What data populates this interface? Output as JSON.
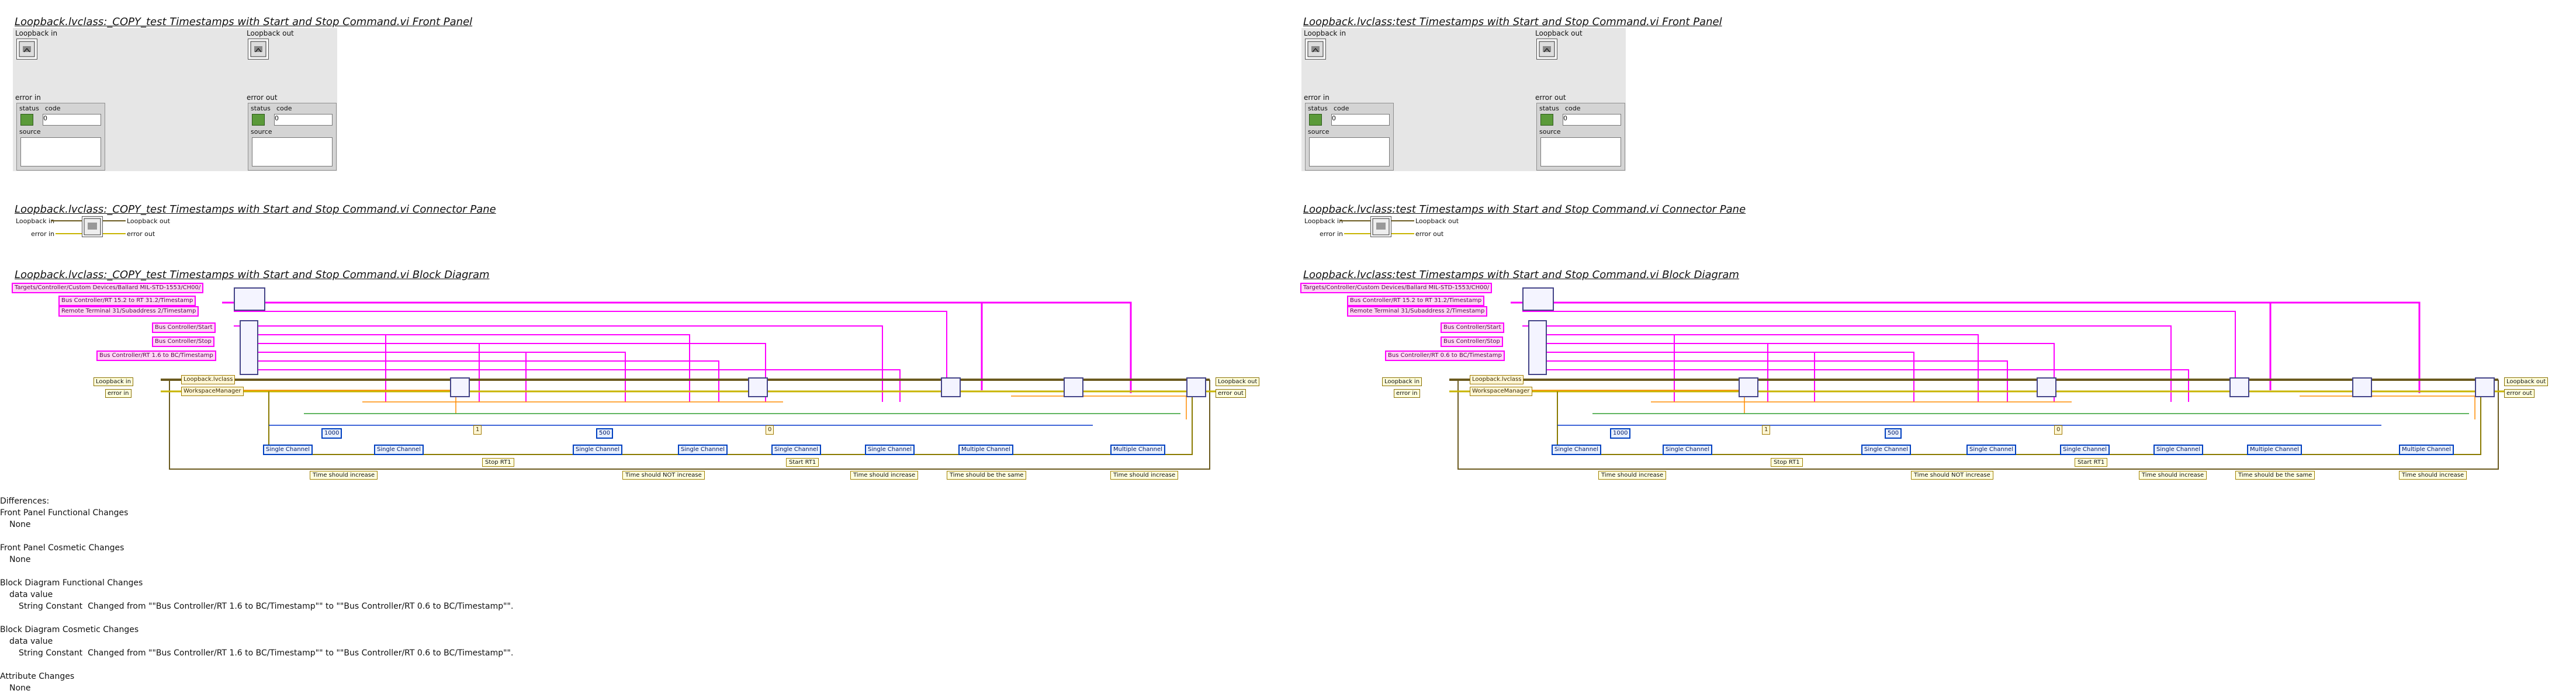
{
  "left": {
    "fp_title": "Loopback.lvclass:_COPY_test Timestamps with Start and Stop Command.vi Front Panel",
    "cp_title": "Loopback.lvclass:_COPY_test Timestamps with Start and Stop Command.vi Connector Pane",
    "bd_title": "Loopback.lvclass:_COPY_test Timestamps with Start and Stop Command.vi Block Diagram",
    "bc_timestamp": "Bus Controller/RT 1.6 to BC/Timestamp"
  },
  "right": {
    "fp_title": "Loopback.lvclass:test Timestamps with Start and Stop Command.vi Front Panel",
    "cp_title": "Loopback.lvclass:test Timestamps with Start and Stop Command.vi Connector Pane",
    "bd_title": "Loopback.lvclass:test Timestamps with Start and Stop Command.vi Block Diagram",
    "bc_timestamp": "Bus Controller/RT 0.6 to BC/Timestamp"
  },
  "panel": {
    "loopback_in": "Loopback in",
    "loopback_out": "Loopback out",
    "error_in": "error in",
    "error_out": "error out",
    "status": "status",
    "code": "code",
    "code_value": "0",
    "source": "source"
  },
  "bd": {
    "target_path": "Targets/Controller/Custom Devices/Ballard MIL-STD-1553/CH00/",
    "bc_rt15": "Bus Controller/RT 15.2 to RT 31.2/Timestamp",
    "remote_terminal": "Remote Terminal 31/Subaddress 2/Timestamp",
    "bc_start": "Bus Controller/Start",
    "bc_stop": "Bus Controller/Stop",
    "loopback_class": "Loopback.lvclass",
    "workspace_manager": "WorkspaceManager",
    "const_1000": "1000",
    "const_500": "500",
    "const_1": "1",
    "const_0": "0",
    "single_channel": "Single Channel",
    "multiple_channel": "Multiple Channel",
    "stop_rt1": "Stop RT1",
    "start_rt1": "Start RT1",
    "time_increase": "Time should increase",
    "time_not_increase": "Time should NOT increase",
    "time_same": "Time should be the same"
  },
  "differences": {
    "header": "Differences:",
    "fp_functional": "Front Panel Functional Changes",
    "fp_cosmetic": "Front Panel Cosmetic Changes",
    "none": "None",
    "bd_functional": "Block Diagram Functional Changes",
    "bd_cosmetic": "Block Diagram Cosmetic Changes",
    "data_value": "data value",
    "change_text": "String Constant  Changed from \"\"Bus Controller/RT 1.6 to BC/Timestamp\"\" to \"\"Bus Controller/RT 0.6 to BC/Timestamp\"\".",
    "attr_changes": "Attribute Changes"
  },
  "colors": {
    "string_wire": "#ff00ff",
    "class_wire": "#6b5a1f",
    "error_wire": "#c8b400",
    "numeric_wire": "#ff8c00",
    "enum_wire": "#0033cc",
    "bool_wire": "#2e9e2e"
  }
}
